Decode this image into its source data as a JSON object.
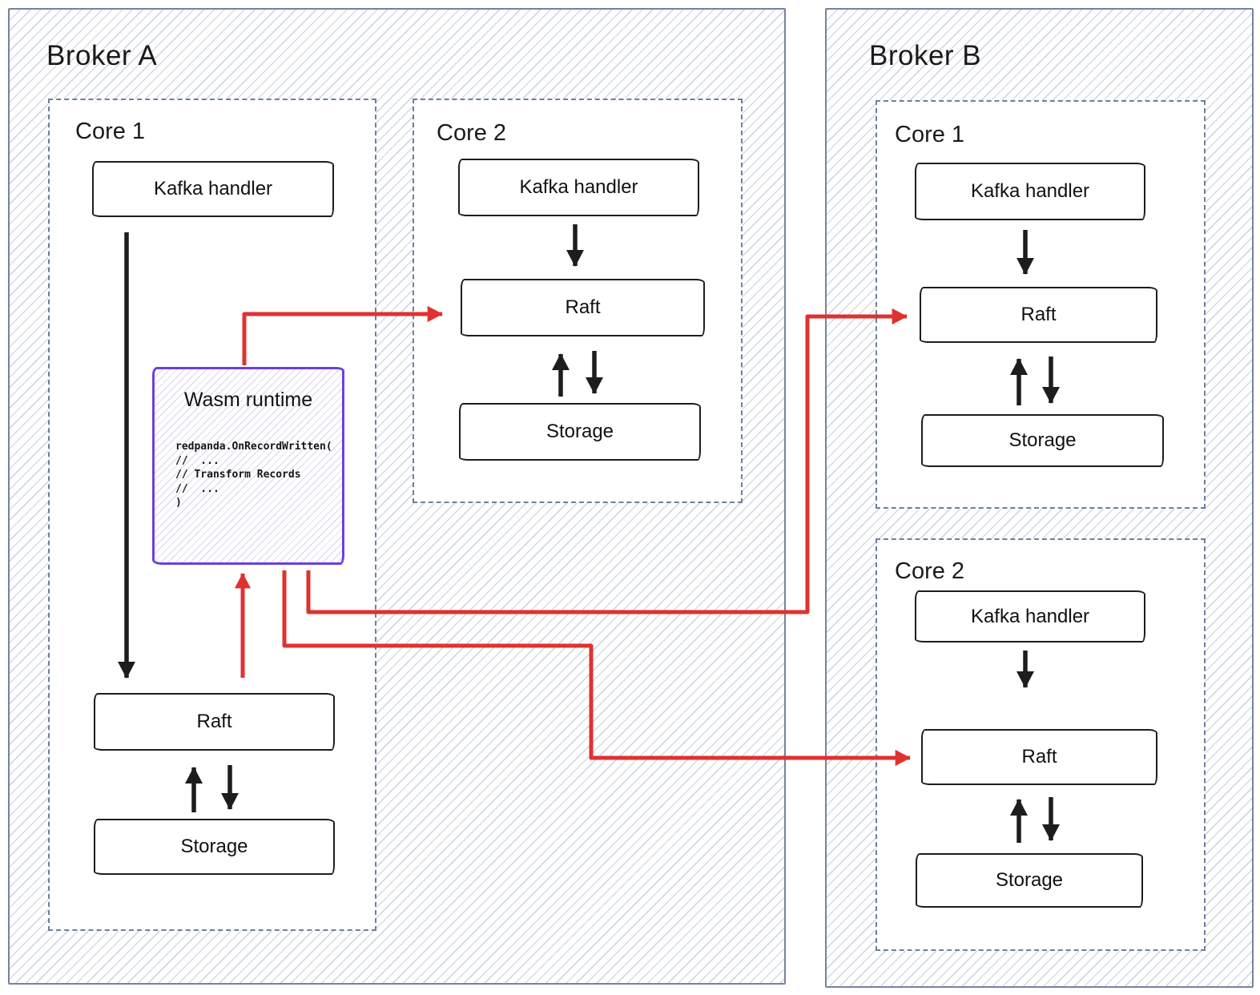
{
  "diagram": {
    "type": "hand-drawn-architecture"
  },
  "brokers": [
    {
      "title": "Broker A",
      "cores": [
        {
          "label": "Core 1",
          "kafka": "Kafka handler",
          "raft": "Raft",
          "storage": "Storage"
        },
        {
          "label": "Core 2",
          "kafka": "Kafka handler",
          "raft": "Raft",
          "storage": "Storage"
        }
      ]
    },
    {
      "title": "Broker B",
      "cores": [
        {
          "label": "Core 1",
          "kafka": "Kafka handler",
          "raft": "Raft",
          "storage": "Storage"
        },
        {
          "label": "Core 2",
          "kafka": "Kafka handler",
          "raft": "Raft",
          "storage": "Storage"
        }
      ]
    }
  ],
  "wasm": {
    "title": "Wasm runtime",
    "code": [
      "redpanda.OnRecordWritten(",
      "//  ...",
      "// Transform Records",
      "//  ...",
      ")"
    ]
  },
  "connections": [
    {
      "from": "broker-a-core1-kafka-handler",
      "to": "broker-a-core1-raft",
      "color": "black",
      "style": "arrow"
    },
    {
      "from": "broker-a-core1-raft",
      "to": "broker-a-core1-storage",
      "color": "black",
      "style": "double-arrow"
    },
    {
      "from": "broker-a-core2-kafka-handler",
      "to": "broker-a-core2-raft",
      "color": "black",
      "style": "arrow"
    },
    {
      "from": "broker-a-core2-raft",
      "to": "broker-a-core2-storage",
      "color": "black",
      "style": "double-arrow"
    },
    {
      "from": "broker-b-core1-kafka-handler",
      "to": "broker-b-core1-raft",
      "color": "black",
      "style": "arrow"
    },
    {
      "from": "broker-b-core1-raft",
      "to": "broker-b-core1-storage",
      "color": "black",
      "style": "double-arrow"
    },
    {
      "from": "broker-b-core2-kafka-handler",
      "to": "broker-b-core2-raft",
      "color": "black",
      "style": "arrow"
    },
    {
      "from": "broker-b-core2-raft",
      "to": "broker-b-core2-storage",
      "color": "black",
      "style": "double-arrow"
    },
    {
      "from": "broker-a-core1-raft",
      "to": "wasm-runtime",
      "color": "red",
      "style": "arrow"
    },
    {
      "from": "wasm-runtime",
      "to": "broker-a-core2-raft",
      "color": "red",
      "style": "arrow"
    },
    {
      "from": "wasm-runtime",
      "to": "broker-b-core1-raft",
      "color": "red",
      "style": "arrow"
    },
    {
      "from": "wasm-runtime",
      "to": "broker-b-core2-raft",
      "color": "red",
      "style": "arrow"
    }
  ],
  "colors": {
    "red": "#e03131",
    "purple": "#6c3fe0",
    "broker_border": "#76839b",
    "core_border": "#6d7f9b",
    "hatch": "#c9d1dd",
    "wasm_hatch": "#d8d3f2",
    "box_border": "#1d1d1d",
    "text": "#1b1b1b"
  }
}
